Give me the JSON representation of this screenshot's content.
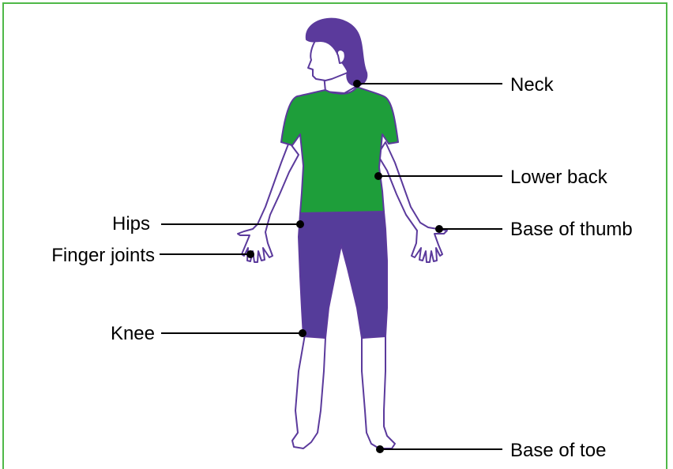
{
  "colors": {
    "border": "#4fb848",
    "shirt": "#1e9e3a",
    "shorts": "#553c9a",
    "hair": "#5b3a9c",
    "outline": "#5b3a9c",
    "leader": "#000000"
  },
  "labels": {
    "neck": "Neck",
    "lower_back": "Lower back",
    "hips": "Hips",
    "base_of_thumb": "Base of thumb",
    "finger_joints": "Finger joints",
    "knee": "Knee",
    "base_of_toe": "Base of toe"
  }
}
